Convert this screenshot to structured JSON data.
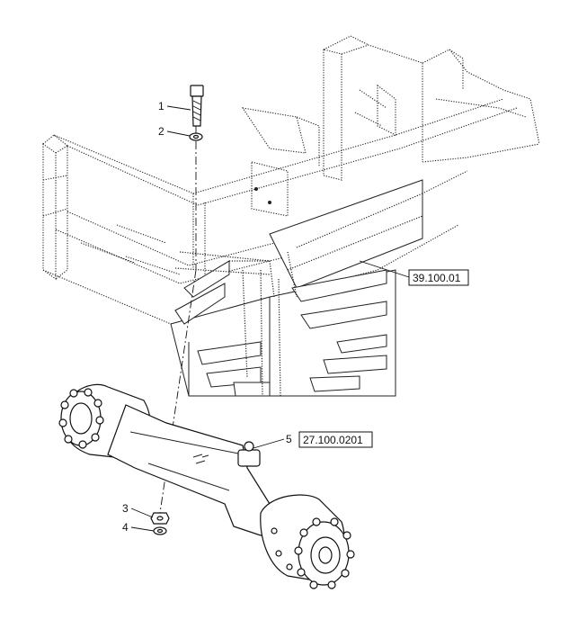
{
  "callouts": [
    {
      "id": "1",
      "label": "1"
    },
    {
      "id": "2",
      "label": "2"
    },
    {
      "id": "3",
      "label": "3"
    },
    {
      "id": "4",
      "label": "4"
    },
    {
      "id": "5",
      "label": "5"
    }
  ],
  "references": {
    "frame_ref": "39.100.01",
    "axle_ref": "27.100.0201"
  }
}
